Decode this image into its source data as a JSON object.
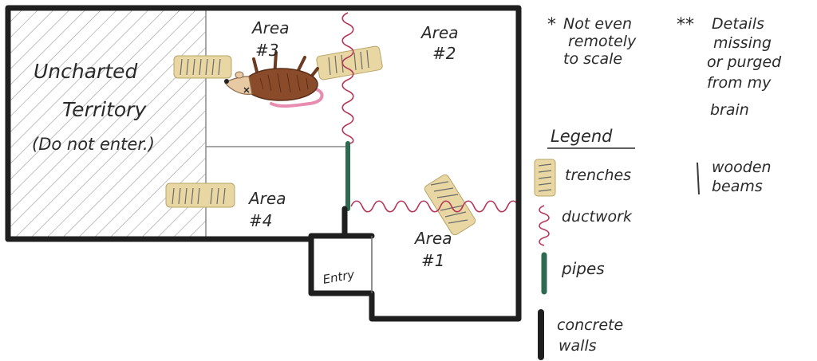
{
  "map": {
    "uncharted": [
      "Uncharted",
      "Territory",
      "(Do not enter.)"
    ],
    "areas": [
      {
        "name": "Area",
        "num": "#3"
      },
      {
        "name": "Area",
        "num": "#2"
      },
      {
        "name": "Area",
        "num": "#4"
      },
      {
        "name": "Area",
        "num": "#1"
      }
    ],
    "entry": "Entry"
  },
  "notes": {
    "scale": {
      "mark": "*",
      "lines": [
        "Not even",
        "remotely",
        "to scale"
      ]
    },
    "details": {
      "mark": "**",
      "lines": [
        "Details",
        "missing",
        "or purged",
        "from my",
        "brain"
      ]
    }
  },
  "legend": {
    "title": "Legend",
    "items": [
      {
        "label": "trenches",
        "symbol": "trench-swatch"
      },
      {
        "label": "wooden beams",
        "lines": [
          "wooden",
          "beams"
        ],
        "symbol": "beam-line"
      },
      {
        "label": "ductwork",
        "symbol": "coil-swatch"
      },
      {
        "label": "pipes",
        "symbol": "pipe-swatch"
      },
      {
        "label": "concrete walls",
        "lines": [
          "concrete",
          "walls"
        ],
        "symbol": "wall-swatch"
      }
    ]
  },
  "colors": {
    "wall": "#1f1f1f",
    "trench": "#e8d7a3",
    "duct": "#b5385a",
    "pipe": "#2e6a4f",
    "hatch": "#9a9a9a",
    "ink": "#2a2a2a",
    "animal": "#8a4b2a"
  }
}
